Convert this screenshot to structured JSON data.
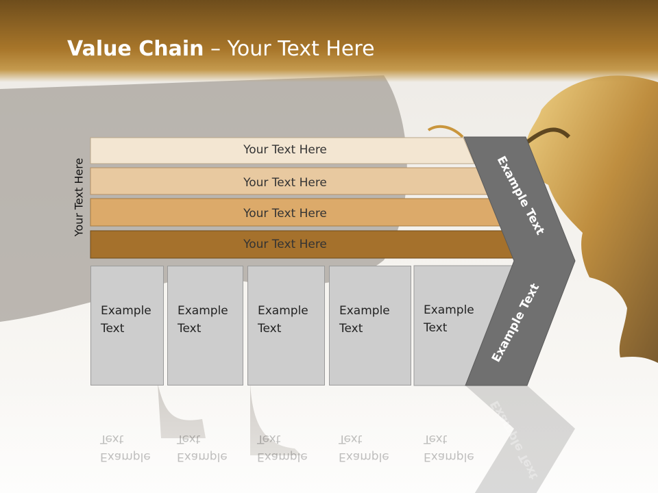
{
  "title": {
    "bold": "Value Chain",
    "rest": " – Your Text Here"
  },
  "side_label": "Your Text Here",
  "bands": [
    {
      "label": "Your Text Here",
      "color": "#f3e6d2"
    },
    {
      "label": "Your Text Here",
      "color": "#e8c9a0"
    },
    {
      "label": "Your Text Here",
      "color": "#dcaa6a"
    },
    {
      "label": "Your Text Here",
      "color": "#a5712c"
    }
  ],
  "boxes": [
    {
      "line1": "Example",
      "line2": "Text"
    },
    {
      "line1": "Example",
      "line2": "Text"
    },
    {
      "line1": "Example",
      "line2": "Text"
    },
    {
      "line1": "Example",
      "line2": "Text"
    },
    {
      "line1": "Example",
      "line2": "Text"
    }
  ],
  "chevron": {
    "upper_label": "Example Text",
    "lower_label": "Example Text",
    "color": "#707070"
  }
}
